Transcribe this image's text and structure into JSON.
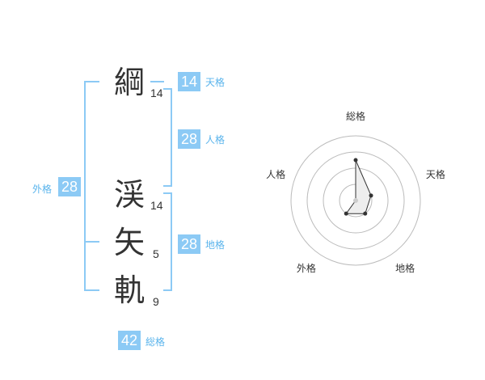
{
  "name": {
    "chars": [
      {
        "char": "綱",
        "strokes": "14"
      },
      {
        "char": "渓",
        "strokes": "14"
      },
      {
        "char": "矢",
        "strokes": "5"
      },
      {
        "char": "軌",
        "strokes": "9"
      }
    ]
  },
  "kakusu": {
    "tenkaku": {
      "value": "14",
      "label": "天格"
    },
    "jinkaku": {
      "value": "28",
      "label": "人格"
    },
    "chikaku": {
      "value": "28",
      "label": "地格"
    },
    "gaikaku": {
      "value": "28",
      "label": "外格"
    },
    "soukaku": {
      "value": "42",
      "label": "総格"
    }
  },
  "chart_data": {
    "type": "radar",
    "axes": [
      "総格",
      "天格",
      "地格",
      "外格",
      "人格"
    ],
    "rings": 4,
    "values": [
      2.5,
      1,
      1,
      1,
      0
    ]
  },
  "colors": {
    "accent": "#8ccaf5",
    "label": "#5ab4ec",
    "text": "#333333",
    "ring": "#bbbbbb",
    "polygon_fill": "#eeeeee"
  }
}
